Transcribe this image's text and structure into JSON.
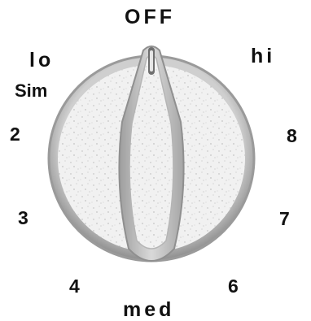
{
  "knob": {
    "position_label": "OFF",
    "scale": {
      "off": "OFF",
      "lo": "lo",
      "hi": "hi",
      "sim": "Sim",
      "med": "med",
      "numbers": [
        "2",
        "3",
        "4",
        "6",
        "7",
        "8"
      ]
    }
  },
  "colors": {
    "ink": "#111111",
    "knob_rim": "#9a9a9a",
    "knob_face": "#d8d8d8",
    "background": "#ffffff"
  }
}
